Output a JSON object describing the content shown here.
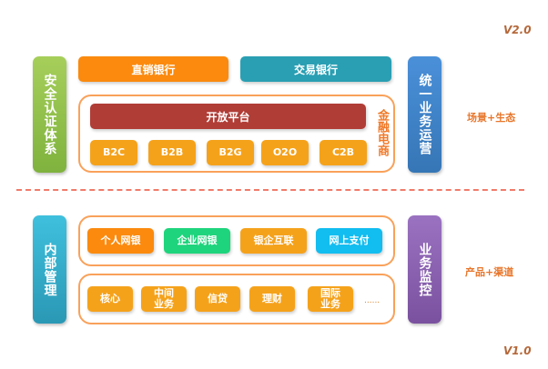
{
  "version_top": "V2.0",
  "version_bottom": "V1.0",
  "v2": {
    "left_pillar": "安全认证体系",
    "right_pillar": "统一业务运营",
    "top_bars": [
      "直销银行",
      "交易银行"
    ],
    "open_platform": "开放平台",
    "modes": [
      "B2C",
      "B2B",
      "B2G",
      "O2O",
      "C2B"
    ],
    "ecommerce_label": "金融电商",
    "side_label": "场景+生态"
  },
  "v1": {
    "left_pillar": "内部管理",
    "right_pillar": "业务监控",
    "channels": [
      "个人网银",
      "企业网银",
      "银企互联",
      "网上支付"
    ],
    "products": [
      "核心",
      "中间\n业务",
      "信贷",
      "理财",
      "国际\n业务"
    ],
    "more": "......",
    "side_label": "产品+渠道"
  },
  "colors": {
    "orange": "#fb8a0e",
    "teal": "#2a9fb3",
    "red": "#b03d36",
    "amber": "#f5a21b",
    "green": "#1ed47c",
    "cyan": "#12bdf0",
    "green_pillar": "#8dbf4a",
    "blue_pillar": "#3f84c7",
    "cyan_pillar": "#35b3d3",
    "purple_pillar": "#8a5fb0"
  }
}
